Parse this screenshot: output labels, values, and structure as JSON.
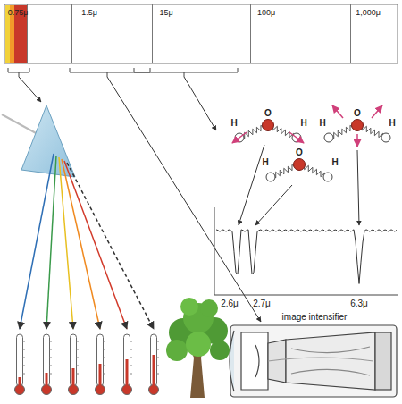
{
  "diagram": {
    "labels": [
      "0.75μ",
      "1.5μ",
      "15μ",
      "100μ",
      "1,000μ",
      "O",
      "H",
      "H",
      "O",
      "H",
      "H",
      "O",
      "H",
      "H",
      "2.6μ",
      "2.7μ",
      "6.3μ",
      "image intensifier"
    ]
  }
}
